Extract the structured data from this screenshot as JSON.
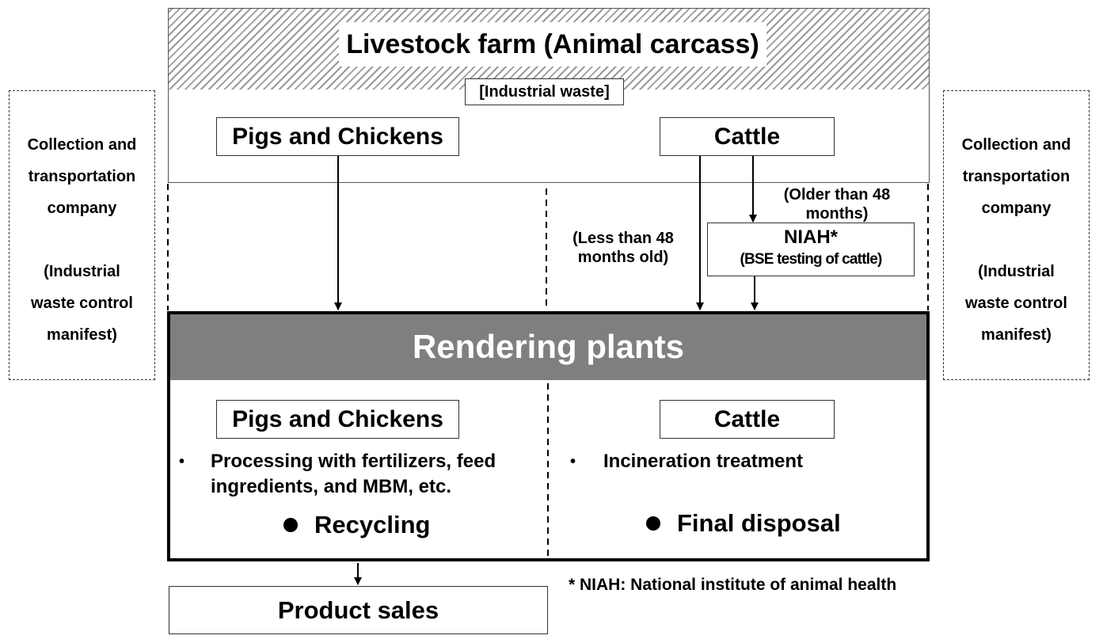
{
  "farm": {
    "title": "Livestock farm (Animal carcass)",
    "waste_tag": "[Industrial waste]"
  },
  "top_left_box": "Pigs and Chickens",
  "top_right_box": "Cattle",
  "side_left": {
    "line1": "Collection and",
    "line2": "transportation",
    "line3": "company",
    "line4": "(Industrial",
    "line5": "waste control",
    "line6": "manifest)"
  },
  "side_right": {
    "line1": "Collection and",
    "line2": "transportation",
    "line3": "company",
    "line4": "(Industrial",
    "line5": "waste control",
    "line6": "manifest)"
  },
  "older_note": {
    "line1": "(Older than 48",
    "line2": "months)"
  },
  "younger_note": {
    "line1": "(Less than 48",
    "line2": "months old)"
  },
  "niah": {
    "title": "NIAH*",
    "subtitle": "(BSE testing of cattle)"
  },
  "rendering": {
    "title": "Rendering plants"
  },
  "left_section": {
    "box": "Pigs and Chickens",
    "bullet": "•",
    "text_line1": "Processing with fertilizers, feed",
    "text_line2": "ingredients, and MBM, etc.",
    "outcome": "Recycling"
  },
  "right_section": {
    "box": "Cattle",
    "bullet": "•",
    "text_line1": "Incineration treatment",
    "outcome": "Final disposal"
  },
  "product_sales": "Product sales",
  "footnote": "* NIAH: National institute of animal health"
}
